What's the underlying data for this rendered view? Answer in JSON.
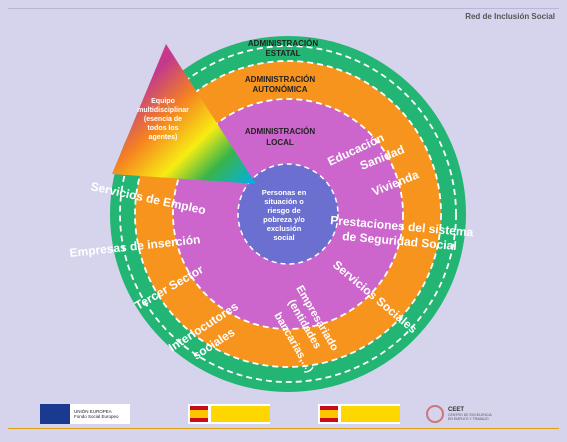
{
  "header": {
    "title": "Red de Inclusión Social"
  },
  "rings": {
    "estatal": "ADMINISTRACIÓN ESTATAL",
    "estatal_l1": "ADMINISTRACIÓN",
    "estatal_l2": "ESTATAL",
    "autonomica_l1": "ADMINISTRACIÓN",
    "autonomica_l2": "AUTONÓMICA",
    "local_l1": "ADMINISTRACIÓN",
    "local_l2": "LOCAL"
  },
  "center": {
    "lines": [
      "Personas en",
      "situación o",
      "riesgo de",
      "pobreza y/o",
      "exclusión",
      "social"
    ]
  },
  "triangle": {
    "lines": [
      "Equipo",
      "multidisciplinar",
      "(esencia de",
      "todos los",
      "agentes)"
    ]
  },
  "labels": {
    "servicios_empleo": "Servicios de Empleo",
    "empresas_insercion": "Empresas de inserción",
    "tercer_sector": "Tercer Sector",
    "interlocutores_1": "Interlocutores",
    "interlocutores_2": "sociales",
    "educacion": "Educación",
    "sanidad": "Sanidad",
    "vivienda": "Vivienda",
    "prestaciones_1": "Prestaciones del sistema",
    "prestaciones_2": "de Seguridad Social",
    "servicios_sociales": "Servicios Sociales",
    "empresariado_1": "Empresariado",
    "empresariado_2": "(entidades",
    "empresariado_3": "bancarias,...)"
  },
  "footer": {
    "eu_l1": "UNIÓN EUROPEA",
    "eu_l2": "Fondo Social Europeo",
    "ceet_name": "CEET",
    "ceet_sub_1": "CENTRO DE EXCELENCIA",
    "ceet_sub_2": "EN EMPLEO Y TRABAJO"
  },
  "colors": {
    "background": "#d6d3ec",
    "outer_ring": "#22b573",
    "middle_ring": "#f7941d",
    "inner_ring": "#cc66cc",
    "center": "#6a6fd0",
    "dash": "#ffffff"
  }
}
